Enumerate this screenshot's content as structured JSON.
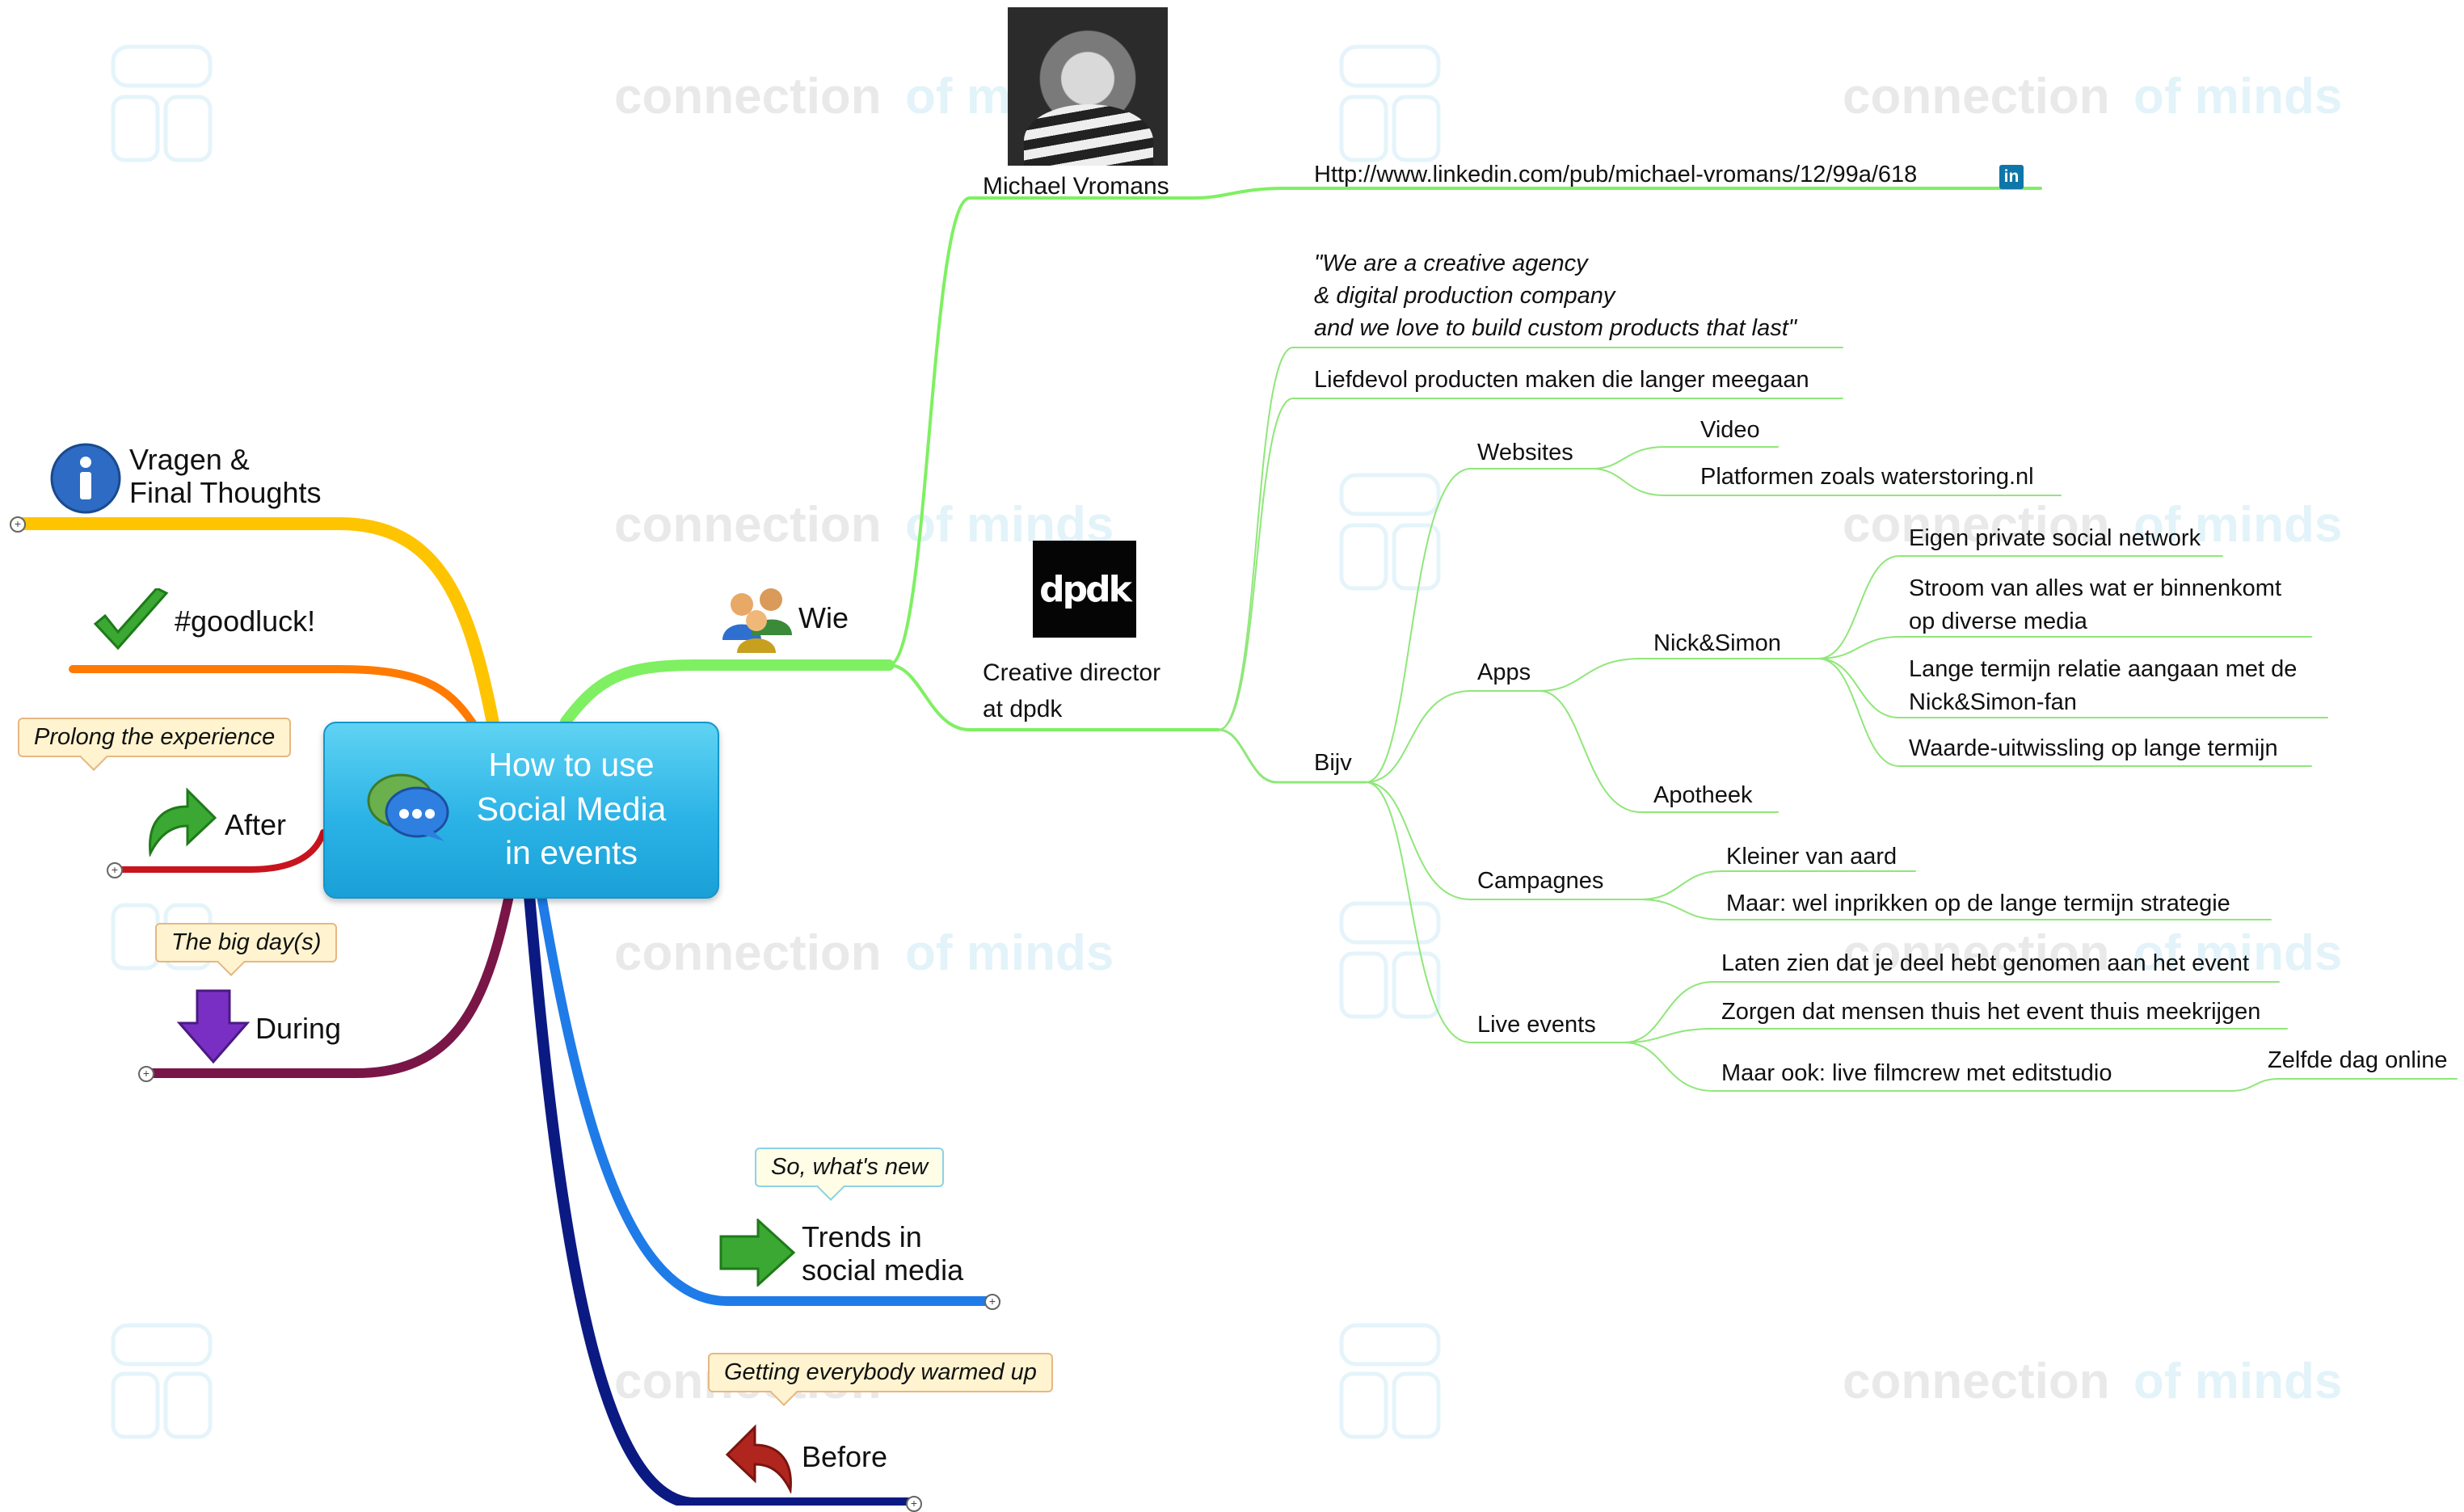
{
  "watermark": {
    "text_a": "connection",
    "text_b": "of minds"
  },
  "center": {
    "title": "How to use\nSocial Media\nin events"
  },
  "callouts": {
    "prolong": "Prolong the experience",
    "big_day": "The big day(s)",
    "whats_new": "So, what's new",
    "warmed_up": "Getting everybody warmed up"
  },
  "left_branches": {
    "vragen": "Vragen &\nFinal Thoughts",
    "goodluck": "#goodluck!",
    "after": "After",
    "during": "During"
  },
  "bottom_branches": {
    "trends": "Trends in\nsocial media",
    "before": "Before"
  },
  "wie": {
    "label": "Wie",
    "person": {
      "name": "Michael Vromans",
      "linkedin": "Http://www.linkedin.com/pub/michael-vromans/12/99a/618",
      "linkedin_badge": "in"
    },
    "role": {
      "title": "Creative director\nat dpdk",
      "logo": "dpdk",
      "quote": "\"We are a creative agency\n& digital production company\nand we love to build custom products that last\"",
      "motto": "Liefdevol producten maken die langer meegaan",
      "bijv": {
        "label": "Bijv",
        "websites": {
          "label": "Websites",
          "items": [
            "Video",
            "Platformen zoals waterstoring.nl"
          ]
        },
        "apps": {
          "label": "Apps",
          "nick_simon": {
            "label": "Nick&Simon",
            "items": [
              "Eigen private social network",
              "Stroom van alles wat er binnenkomt\nop diverse media",
              "Lange termijn relatie aangaan met de\nNick&Simon-fan",
              "Waarde-uitwissling op lange termijn"
            ]
          },
          "apotheek": "Apotheek"
        },
        "campagnes": {
          "label": "Campagnes",
          "items": [
            "Kleiner van aard",
            "Maar:  wel inprikken op de lange termijn strategie"
          ]
        },
        "live_events": {
          "label": "Live events",
          "items": [
            "Laten zien dat je deel hebt genomen aan het event",
            "Zorgen dat mensen thuis het event thuis meekrijgen",
            "Maar ook: live filmcrew met editstudio"
          ],
          "filmcrew_sub": "Zelfde dag online"
        }
      }
    }
  },
  "expander_symbol": "+",
  "colors": {
    "green_branch": "#7ef062",
    "green_leaf": "#8fe779",
    "yellow": "#ffc400",
    "orange": "#ff7a00",
    "red": "#c8141e",
    "maroon": "#7a1547",
    "blue": "#1f7be8",
    "navy": "#0b1a82"
  }
}
